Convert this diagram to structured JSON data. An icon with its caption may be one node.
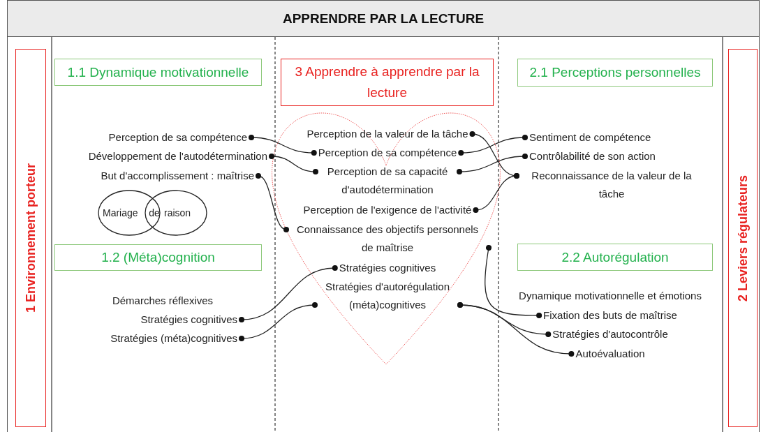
{
  "diagram": {
    "title": "APPRENDRE PAR LA LECTURE",
    "nodes": [
      {
        "text": [
          "1 Environnement porteur"
        ]
      },
      {
        "text": [
          "1.1 Dynamique motivationnelle"
        ]
      },
      {
        "text": [
          "3  Apprendre à apprendre par la lecture"
        ]
      },
      {
        "text": [
          "2.1 Perceptions personnelles"
        ]
      },
      {
        "text": [
          "2 Leviers régulateurs"
        ]
      },
      {
        "text": [
          "Perception de sa compétence"
        ]
      },
      {
        "text": [
          "Développement de l'autodétermination"
        ]
      },
      {
        "text": [
          "But d'accomplissement : maîtrise"
        ]
      },
      {
        "text": [
          "Mariage"
        ]
      },
      {
        "text": [
          "raison"
        ]
      },
      {
        "text": [
          "1.2 (Méta)cognition"
        ]
      },
      {
        "text": [
          "Stratégies cognitives"
        ]
      },
      {
        "text": [
          "Stratégies (méta)cognitives"
        ]
      },
      {
        "text": [
          "Perception de la valeur de la tâche"
        ]
      },
      {
        "text": [
          "Perception de sa compétence"
        ]
      },
      {
        "text": [
          "Perception de sa capacité d'autodétermination"
        ]
      },
      {
        "text": [
          "Perception de l'exigence de l'activité"
        ]
      },
      {
        "text": [
          "Connaissance des objectifs personnels de maîtrise"
        ]
      },
      {
        "text": [
          "Stratégies cognitives"
        ]
      },
      {
        "text": [
          "Stratégies d'autorégulation (méta)cognitives"
        ]
      },
      {
        "text": [
          "Sentiment de compétence"
        ]
      },
      {
        "text": [
          "Contrôlabilité de son action"
        ]
      },
      {
        "text": [
          "Reconnaissance de la valeur de la tâche"
        ]
      },
      {
        "text": [
          "2.2 Autorégulation"
        ]
      },
      {
        "text": [
          "Fixation des buts de maîtrise"
        ]
      },
      {
        "text": [
          "Stratégies d'autocontrôle"
        ]
      },
      {
        "text": [
          "Autoévaluation"
        ]
      }
    ],
    "edges": [
      {
        "from": 5,
        "to": 14,
        "arrow": "other"
      },
      {
        "from": 6,
        "to": 15,
        "arrow": "other"
      },
      {
        "from": 7,
        "to": 17,
        "arrow": "other"
      },
      {
        "from": 11,
        "to": 18,
        "arrow": "other"
      },
      {
        "from": 12,
        "to": 19,
        "arrow": "other"
      },
      {
        "from": 13,
        "to": 22,
        "arrow": "other"
      },
      {
        "from": 14,
        "to": 20,
        "arrow": "other"
      },
      {
        "from": 15,
        "to": 21,
        "arrow": "other"
      },
      {
        "from": 16,
        "to": 22,
        "arrow": "other"
      },
      {
        "from": 17,
        "to": 24,
        "arrow": "other"
      },
      {
        "from": 19,
        "to": 25,
        "arrow": "other"
      },
      {
        "from": 19,
        "to": 26,
        "arrow": "other"
      }
    ],
    "labels": [
      "de",
      "Démarches réflexives",
      "Dynamique motivationnelle et émotions"
    ]
  }
}
